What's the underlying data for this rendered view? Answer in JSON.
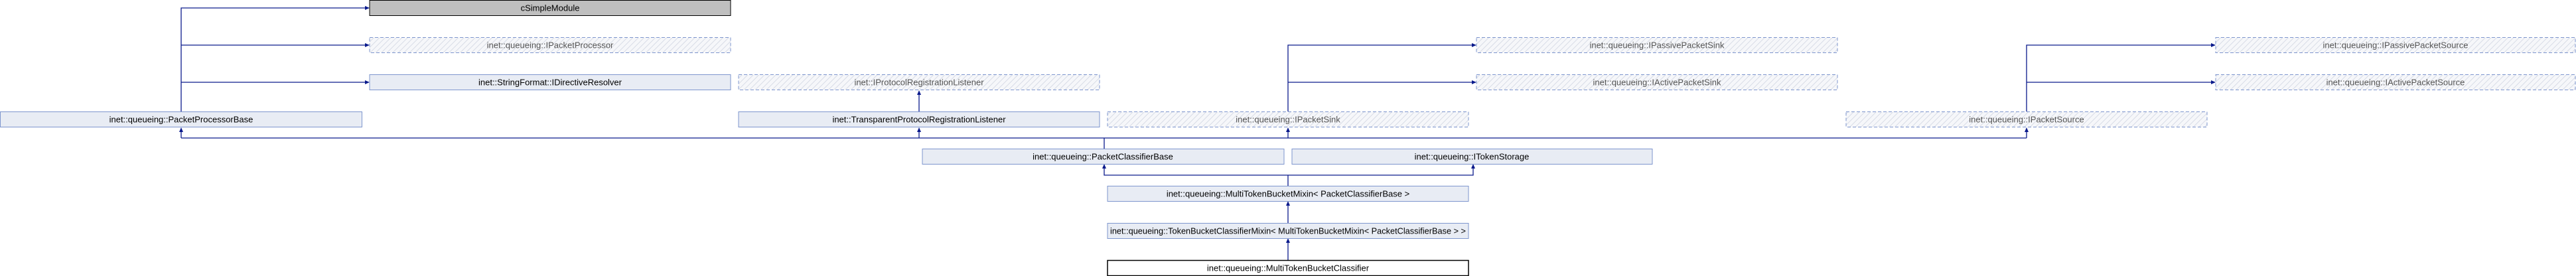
{
  "nodes": {
    "csimplemodule": "cSimpleModule",
    "ipacketprocessor": "inet::queueing::IPacketProcessor",
    "idirectiveresolver": "inet::StringFormat::IDirectiveResolver",
    "packetprocessorbase": "inet::queueing::PacketProcessorBase",
    "iprotocolregistrationlistener": "inet::IProtocolRegistrationListener",
    "transparentprotocolregistrationlistener": "inet::TransparentProtocolRegistrationListener",
    "ipacketsink": "inet::queueing::IPacketSink",
    "ipassivepacketsink": "inet::queueing::IPassivePacketSink",
    "iactivepacketsink": "inet::queueing::IActivePacketSink",
    "ipacketsource": "inet::queueing::IPacketSource",
    "ipassivepacketsource": "inet::queueing::IPassivePacketSource",
    "iactivepacketsource": "inet::queueing::IActivePacketSource",
    "packetclassifierbase": "inet::queueing::PacketClassifierBase",
    "itokenstorage": "inet::queueing::ITokenStorage",
    "multitokenbucketmixin": "inet::queueing::MultiTokenBucketMixin< PacketClassifierBase >",
    "tokenbucketclassifiermixin": "inet::queueing::TokenBucketClassifierMixin< MultiTokenBucketMixin< PacketClassifierBase > >",
    "multitokenbucketclassifier": "inet::queueing::MultiTokenBucketClassifier"
  },
  "colors": {
    "node_fill": "#E8ECF4",
    "node_border": "#7E96CE",
    "edge": "#0A1A8C",
    "root_fill": "#BFBFBF"
  }
}
